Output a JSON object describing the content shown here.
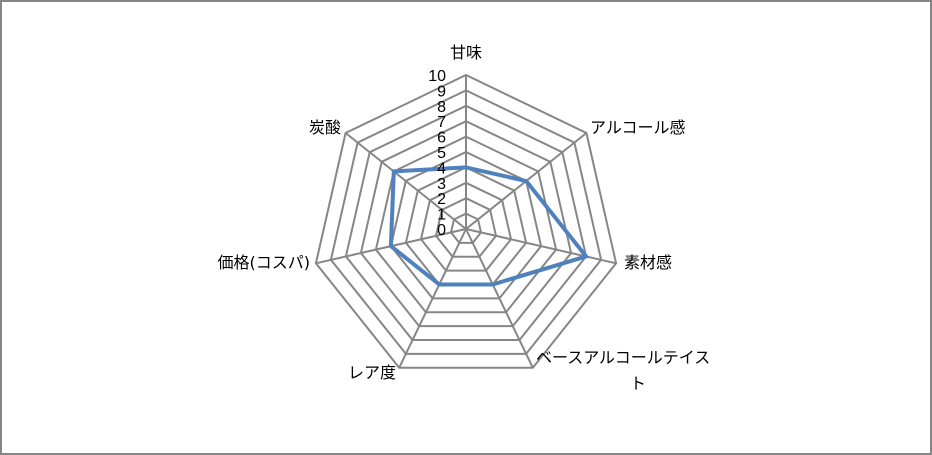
{
  "chart_data": {
    "type": "radar",
    "title": "",
    "categories": [
      "甘味",
      "アルコール感",
      "素材感",
      "ベースアルコールテイスト",
      "レア度",
      "価格(コスパ)",
      "炭酸"
    ],
    "series": [
      {
        "name": "",
        "values": [
          4,
          5,
          8,
          4,
          4,
          5,
          6
        ],
        "color": "#4F81BD"
      }
    ],
    "rlim": [
      0,
      10
    ],
    "ticks": [
      "0",
      "1",
      "2",
      "3",
      "4",
      "5",
      "6",
      "7",
      "8",
      "9",
      "10"
    ],
    "grid": true,
    "legend": "none"
  },
  "labels": {
    "cat0": "甘味",
    "cat1": "アルコール感",
    "cat2": "素材感",
    "cat3_line1": "ベースアルコールテイス",
    "cat3_line2": "ト",
    "cat4": "レア度",
    "cat5": "価格(コスパ)",
    "cat6": "炭酸"
  },
  "style": {
    "grid_color": "#868686",
    "series_color": "#4F81BD",
    "border_color": "#868686"
  }
}
